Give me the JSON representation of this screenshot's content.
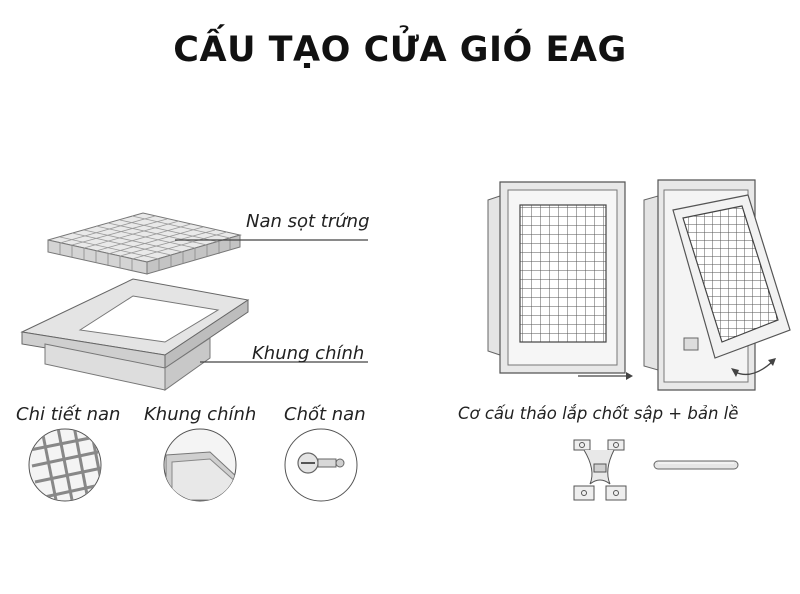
{
  "title": "CẤU TẠO CỬA GIÓ EAG",
  "labels": {
    "egg_crate": "Nan sọt trứng",
    "main_frame": "Khung chính",
    "detail_blade": "Chi tiết nan",
    "main_frame_detail": "Khung chính",
    "blade_pin": "Chốt nan",
    "mechanism": "Cơ cấu tháo lắp chốt sập + bản lề"
  }
}
